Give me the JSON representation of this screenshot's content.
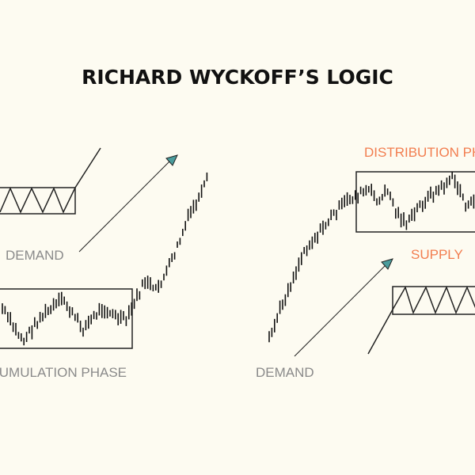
{
  "title": "RICHARD WYCKOFF’S LOGIC",
  "left": {
    "demand_label": "DEMAND",
    "phase_label": "ACCUMULATION PHASE"
  },
  "right": {
    "phase_label": "DISTRIBUTION PHASE",
    "supply_label": "SUPPLY",
    "demand_label": "DEMAND"
  },
  "colors": {
    "background": "#fdfbf1",
    "accent_orange": "#f27d4f",
    "label_gray": "#8a8a8a",
    "arrow_teal": "#4a9c9c"
  }
}
